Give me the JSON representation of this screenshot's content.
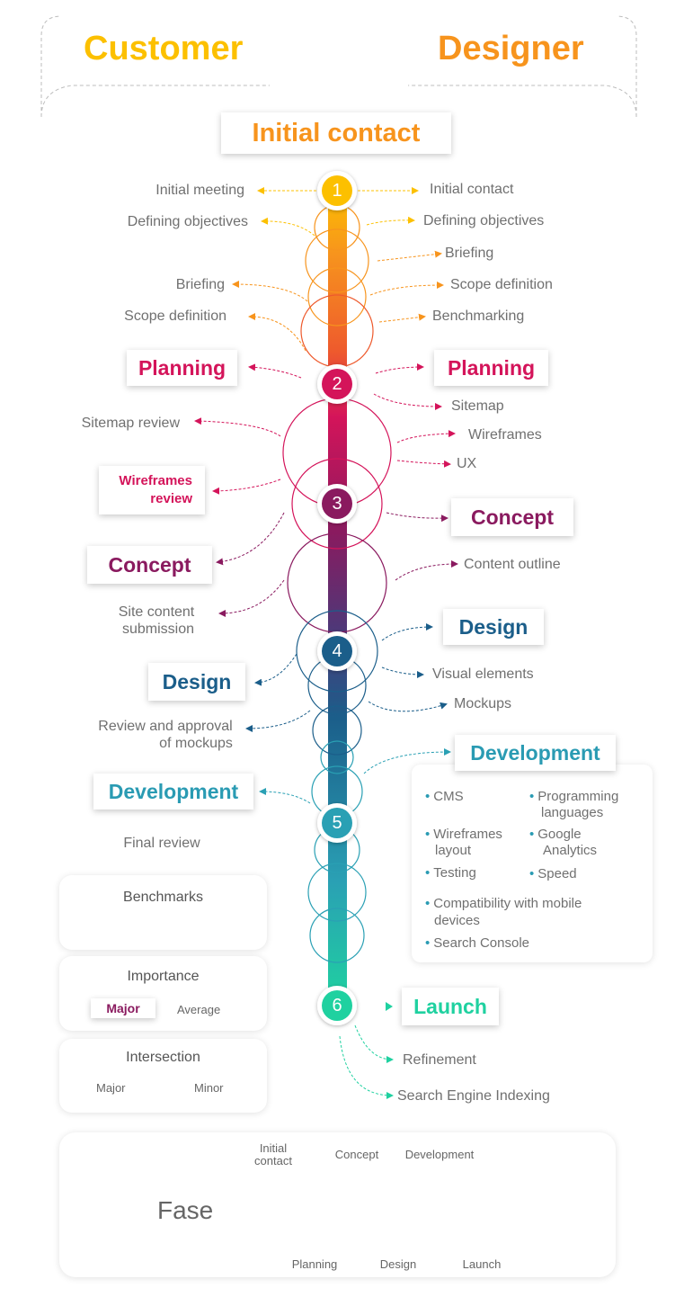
{
  "header": {
    "customer": "Customer",
    "designer": "Designer"
  },
  "initial_contact": "Initial contact",
  "steps": [
    "1",
    "2",
    "3",
    "4",
    "5",
    "6"
  ],
  "customer_items": {
    "initial_meeting": "Initial meeting",
    "defining_objectives": "Defining objectives",
    "briefing": "Briefing",
    "scope_definition": "Scope definition",
    "sitemap_review": "Sitemap review",
    "wireframes_review_1": "Wireframes",
    "wireframes_review_2": "review",
    "site_content_1": "Site content",
    "site_content_2": "submission",
    "review_approval_1": "Review and approval",
    "review_approval_2": "of mockups",
    "final_review": "Final review"
  },
  "designer_items": {
    "initial_contact": "Initial contact",
    "defining_objectives": "Defining objectives",
    "briefing": "Briefing",
    "scope_definition": "Scope definition",
    "benchmarking": "Benchmarking",
    "sitemap": "Sitemap",
    "wireframes": "Wireframes",
    "ux": "UX",
    "content_outline": "Content outline",
    "visual_elements": "Visual elements",
    "mockups": "Mockups",
    "refinement": "Refinement",
    "search_engine_indexing": "Search Engine Indexing"
  },
  "phases": {
    "planning": "Planning",
    "concept": "Concept",
    "design": "Design",
    "development": "Development",
    "launch": "Launch"
  },
  "development_list": {
    "cms": "CMS",
    "programming_1": "Programming",
    "programming_2": "languages",
    "wireframes_1": "Wireframes",
    "wireframes_2": "layout",
    "google_1": "Google",
    "google_2": "Analytics",
    "testing": "Testing",
    "speed": "Speed",
    "compat_1": "Compatibility with mobile",
    "compat_2": "devices",
    "search_console": "Search Console"
  },
  "legend": {
    "benchmarks": "Benchmarks",
    "importance": "Importance",
    "major": "Major",
    "average": "Average",
    "intersection": "Intersection",
    "int_major": "Major",
    "int_minor": "Minor"
  },
  "fase": {
    "title": "Fase",
    "top_labels": {
      "initial_1": "Initial",
      "initial_2": "contact",
      "concept": "Concept",
      "development": "Development"
    },
    "bottom_labels": {
      "planning": "Planning",
      "design": "Design",
      "launch": "Launch"
    }
  },
  "colors": {
    "orange": "#f7941d",
    "yellow": "#fcc000",
    "magenta": "#d4145a",
    "purple": "#8a1a5f",
    "blue": "#1b5e8a",
    "teal": "#2aa0b4",
    "green": "#1fd1a0"
  }
}
